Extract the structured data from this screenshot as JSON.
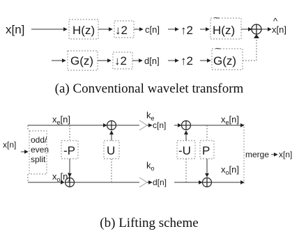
{
  "part_a": {
    "input": "x[n]",
    "analysis_low": {
      "main": "H",
      "arg": "(z)"
    },
    "analysis_high": {
      "main": "G",
      "arg": "(z)"
    },
    "down_low": "↓2",
    "down_high": "↓2",
    "coef_low": "c[n]",
    "coef_high": "d[n]",
    "up_low": "↑2",
    "up_high": "↑2",
    "synthesis_low": {
      "tilde": "~",
      "main": "H",
      "arg": "(z)"
    },
    "synthesis_high": {
      "tilde": "~",
      "main": "G",
      "arg": "(z)"
    },
    "output": {
      "hat": "^",
      "main": "x[n]"
    },
    "caption": "(a)  Conventional wavelet transform"
  },
  "part_b": {
    "input": "x[n]",
    "split_lines": [
      "odd/",
      "even",
      "split"
    ],
    "even_top": {
      "main": "x",
      "sub": "e",
      "tail": "[n]"
    },
    "odd_top": {
      "main": "x",
      "sub": "o",
      "tail": "[n]"
    },
    "predict": "-P",
    "update": "U",
    "gain_even": {
      "main": "k",
      "sub": "e"
    },
    "gain_odd": {
      "main": "k",
      "sub": "o"
    },
    "coef_low": "c[n]",
    "coef_high": "d[n]",
    "inv_update": "-U",
    "inv_predict": "P",
    "even_out": {
      "main": "x",
      "sub": "e",
      "tail": "[n]"
    },
    "odd_out": {
      "main": "x",
      "sub": "o",
      "tail": "[n]"
    },
    "merge": "merge",
    "output": "x[n]",
    "caption": "(b)  Lifting scheme"
  }
}
